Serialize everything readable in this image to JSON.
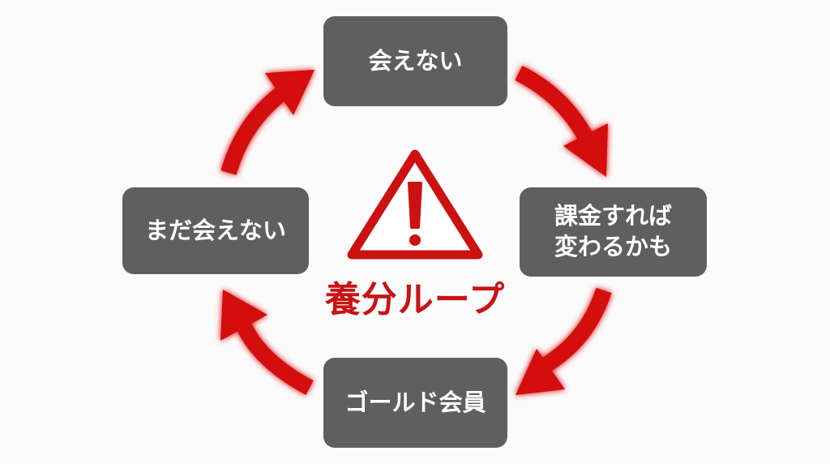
{
  "diagram": {
    "title": "養分ループ",
    "type": "cycle",
    "nodes": [
      {
        "id": "top",
        "label_lines": [
          "会えない"
        ]
      },
      {
        "id": "right",
        "label_lines": [
          "課金すれば",
          "変わるかも"
        ]
      },
      {
        "id": "bottom",
        "label_lines": [
          "ゴールド会員"
        ]
      },
      {
        "id": "left",
        "label_lines": [
          "まだ会えない"
        ]
      }
    ],
    "edges": [
      {
        "from": "top",
        "to": "right"
      },
      {
        "from": "right",
        "to": "bottom"
      },
      {
        "from": "bottom",
        "to": "left"
      },
      {
        "from": "left",
        "to": "top"
      }
    ],
    "center_icon": "warning-triangle-icon",
    "colors": {
      "node_bg": "#5f5f5f",
      "node_text": "#ffffff",
      "accent_red": "#d40f0f",
      "label_red": "#c81414",
      "background": "#fbfbfb"
    }
  }
}
